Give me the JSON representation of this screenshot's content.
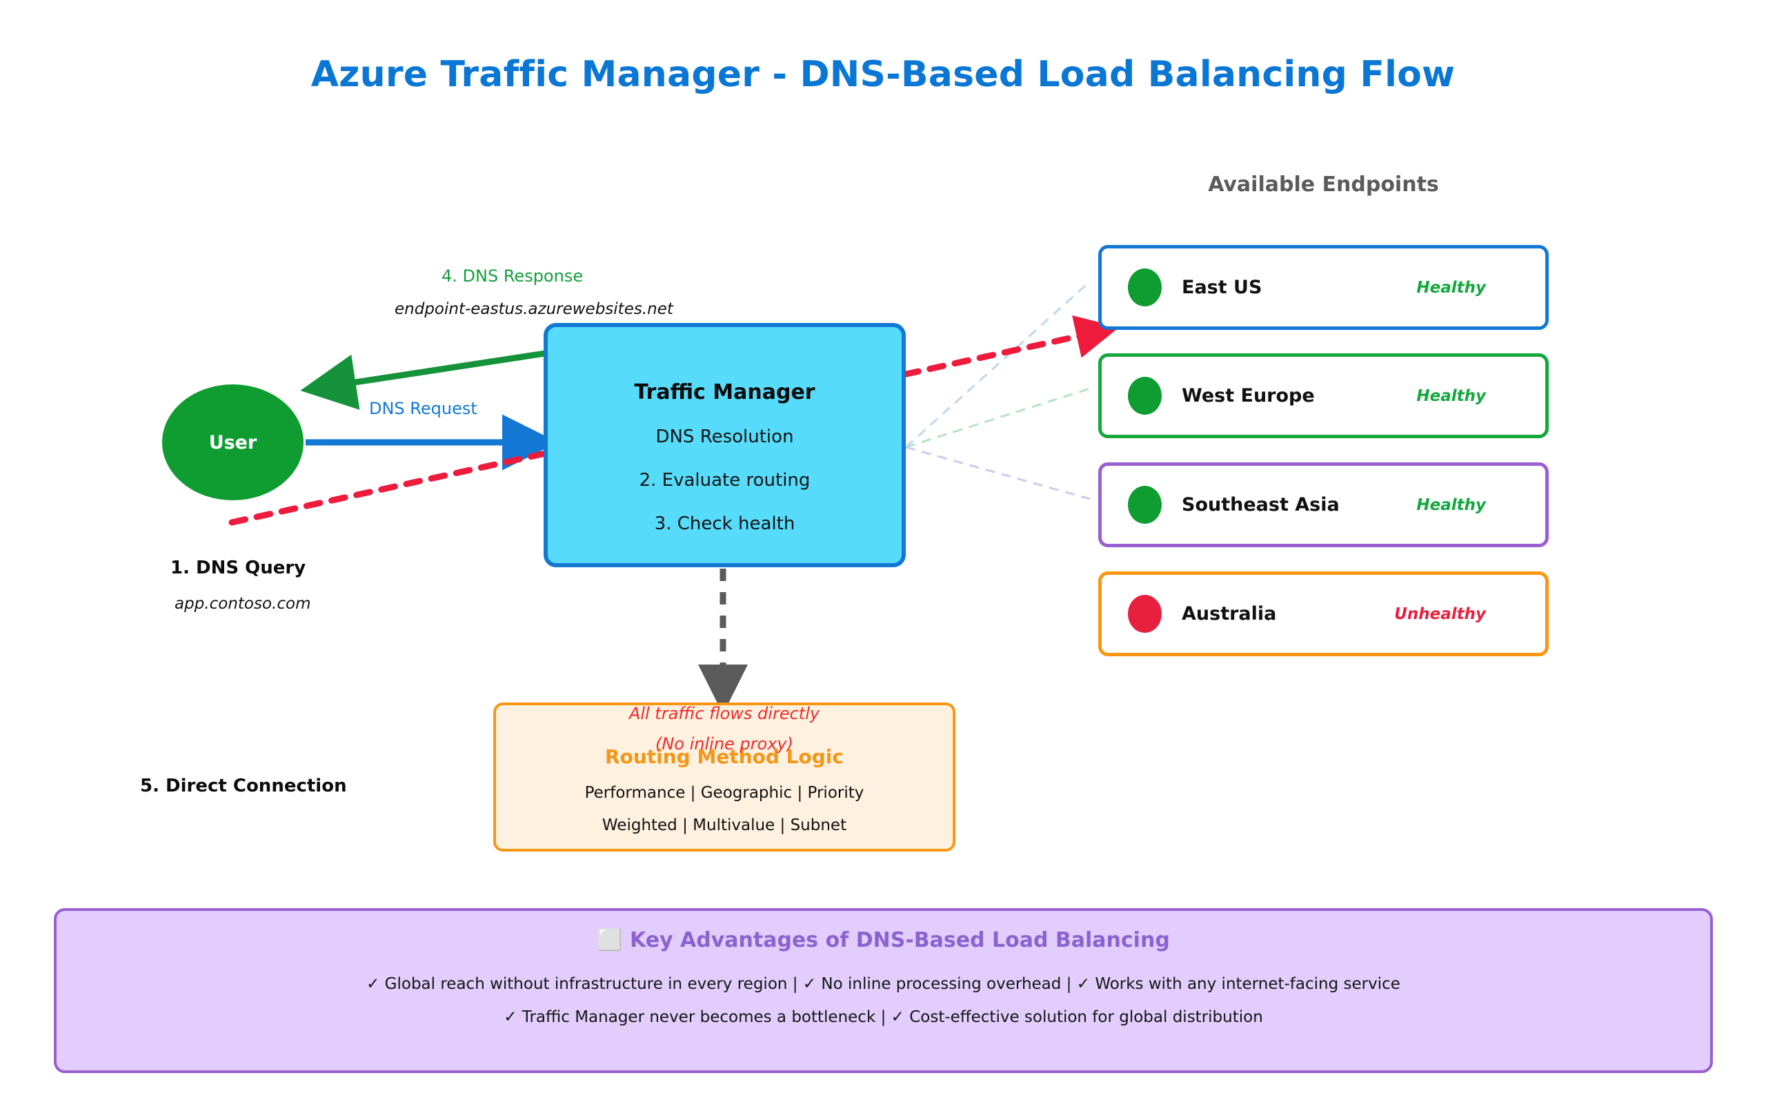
{
  "page": {
    "title": "Azure Traffic Manager - DNS-Based Load Balancing Flow",
    "title_color": "#0A77D5"
  },
  "user": {
    "label": "User",
    "circle_color": "#0F9D31",
    "step_label": "1. DNS Query",
    "domain": "app.contoso.com",
    "direct_step_label": "5. Direct Connection"
  },
  "flows": {
    "dns_request_label": "DNS Request",
    "dns_request_color": "#1278d4",
    "dns_response_label": "4. DNS Response",
    "dns_response_value": "endpoint-eastus.azurewebsites.net",
    "dns_response_color": "#14A03B",
    "direct_traffic_color": "#EE2B2B"
  },
  "traffic_manager": {
    "title": "Traffic Manager",
    "lines": [
      "DNS Resolution",
      "2. Evaluate routing",
      "3. Check health"
    ],
    "fill_color": "#56DCFA",
    "border_color": "#1278d4"
  },
  "routing": {
    "title": "Routing Method Logic",
    "methods_line_1": "Performance | Geographic | Priority",
    "methods_line_2": "Weighted | Multivalue | Subnet",
    "overlay_note_1": "All traffic flows directly",
    "overlay_note_2": "(No inline proxy)",
    "fill_color": "#FEF1DF",
    "border_color": "#F99612",
    "title_color": "#F49617"
  },
  "endpoints": {
    "heading": "Available Endpoints",
    "items": [
      {
        "name": "East US",
        "status": "Healthy",
        "status_color": "#12A83C",
        "dot_color": "#0F9D31",
        "border_color": "#1278d4"
      },
      {
        "name": "West Europe",
        "status": "Healthy",
        "status_color": "#12A83C",
        "dot_color": "#0F9D31",
        "border_color": "#12A83C"
      },
      {
        "name": "Southeast Asia",
        "status": "Healthy",
        "status_color": "#12A83C",
        "dot_color": "#0F9D31",
        "border_color": "#9A5FD0"
      },
      {
        "name": "Australia",
        "status": "Unhealthy",
        "status_color": "#E8203F",
        "dot_color": "#E8203F",
        "border_color": "#F99612"
      }
    ]
  },
  "advantages": {
    "title": "⬜ Key Advantages of DNS-Based Load Balancing",
    "line_1": "✓ Global reach without infrastructure in every region  |  ✓ No inline processing overhead  |  ✓ Works with any internet-facing service",
    "line_2": "✓ Traffic Manager never becomes a bottleneck  |  ✓ Cost-effective solution for global distribution",
    "fill_color": "#E2CDFC",
    "border_color": "#9A5FD0",
    "title_color": "#8B63CF"
  }
}
